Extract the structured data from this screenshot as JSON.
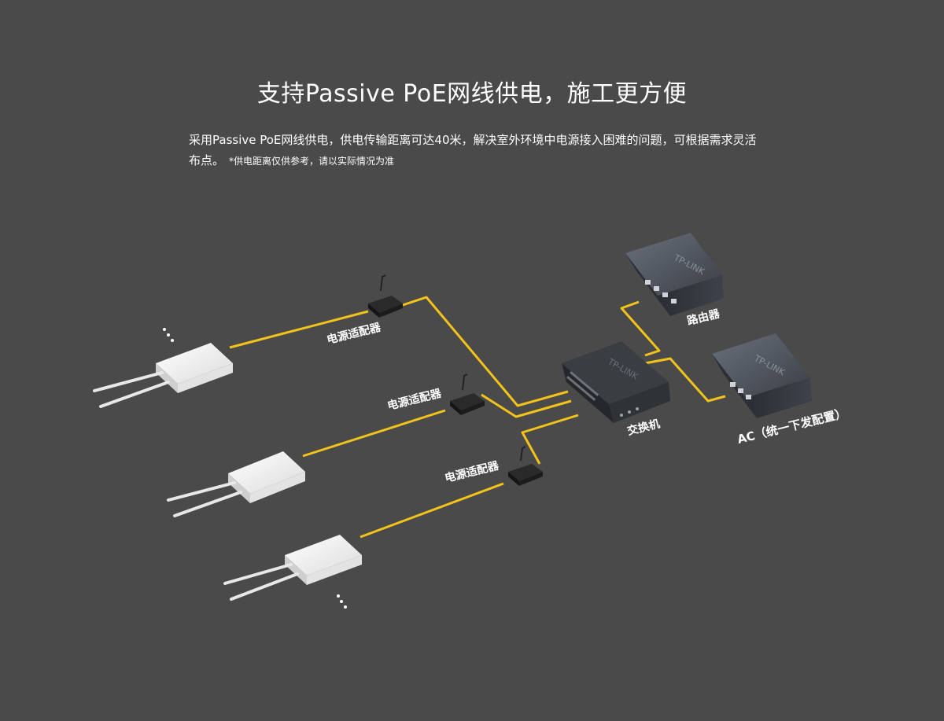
{
  "header": {
    "title": "支持Passive PoE网线供电，施工更方便",
    "description": "采用Passive PoE网线供电，供电传输距离可达40米，解决室外环境中电源接入困难的问题，可根据需求灵活布点。",
    "note": "*供电距离仅供参考，请以实际情况为准"
  },
  "labels": {
    "adapter_1": "电源适配器",
    "adapter_2": "电源适配器",
    "adapter_3": "电源适配器",
    "switch": "交换机",
    "router": "路由器",
    "ac": "AC（统一下发配置）"
  },
  "devices": {
    "router_brand": "TP-LINK",
    "ac_brand": "TP-LINK",
    "switch_brand": "TP-LINK"
  },
  "colors": {
    "background": "#4a4a4a",
    "cable": "#f2c31a",
    "device_dark": "#3c4048",
    "ap_white": "#f3f3f3"
  }
}
